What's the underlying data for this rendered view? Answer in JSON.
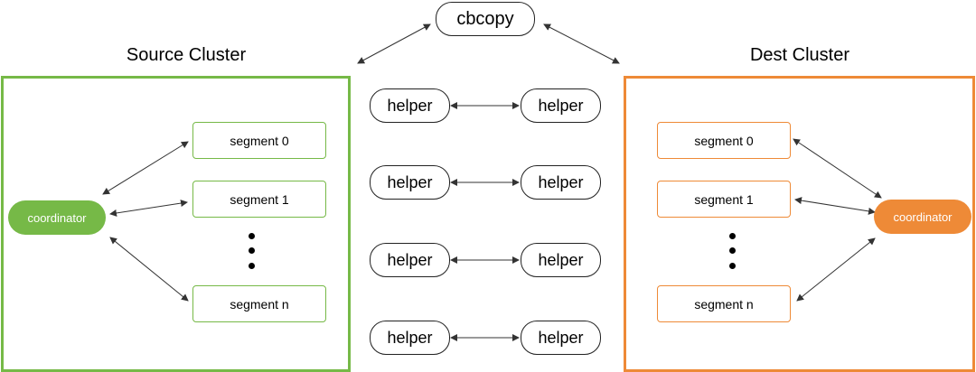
{
  "colors": {
    "source": "#76b947",
    "dest": "#ee8a37",
    "arrow": "#333333"
  },
  "top": {
    "label": "cbcopy"
  },
  "source": {
    "title": "Source Cluster",
    "coordinator": "coordinator",
    "segments": [
      "segment 0",
      "segment 1",
      "segment n"
    ]
  },
  "dest": {
    "title": "Dest Cluster",
    "coordinator": "coordinator",
    "segments": [
      "segment 0",
      "segment 1",
      "segment n"
    ]
  },
  "helpers": [
    {
      "left": "helper",
      "right": "helper"
    },
    {
      "left": "helper",
      "right": "helper"
    },
    {
      "left": "helper",
      "right": "helper"
    },
    {
      "left": "helper",
      "right": "helper"
    }
  ]
}
